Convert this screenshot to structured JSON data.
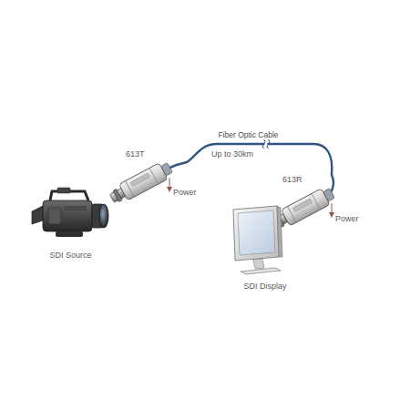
{
  "diagram": {
    "nodes": [
      {
        "text": [
          "613T"
        ]
      },
      {
        "text": [
          "613R"
        ]
      },
      {
        "text": [
          "SDI Source"
        ]
      },
      {
        "text": [
          "SDI Display"
        ]
      }
    ],
    "edges": [
      {
        "from": 0,
        "to": 1,
        "arrow": "none",
        "label": "Fiber Optic Cable"
      }
    ],
    "labels": [
      "Up to 30km",
      "Power",
      "Power"
    ]
  }
}
